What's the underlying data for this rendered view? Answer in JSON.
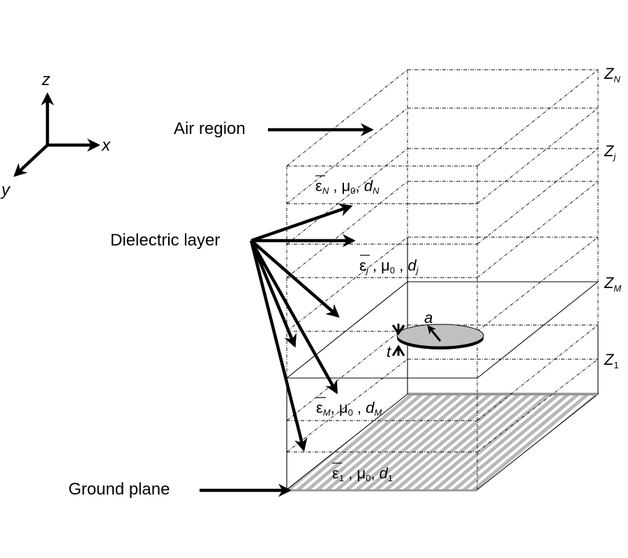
{
  "figure": {
    "type": "3D layered dielectric structure schematic",
    "axes": {
      "x": "x",
      "y": "y",
      "z": "z"
    },
    "callouts": {
      "air_region": "Air region",
      "dielectric_layer": "Dielectric layer",
      "ground_plane": "Ground plane"
    },
    "layer_labels": [
      {
        "id": "N",
        "eps": "ε",
        "eps_sub": "N",
        "mu": "μ",
        "mu_sub": "0",
        "d": "d",
        "d_sub": "N"
      },
      {
        "id": "j",
        "eps": "ε",
        "eps_sub": "j",
        "mu": "μ",
        "mu_sub": "0",
        "d": "d",
        "d_sub": "j"
      },
      {
        "id": "M",
        "eps": "ε",
        "eps_sub": "M",
        "mu": "μ",
        "mu_sub": "0",
        "d": "d",
        "d_sub": "M"
      },
      {
        "id": "1",
        "eps": "ε",
        "eps_sub": "1",
        "mu": "μ",
        "mu_sub": "0",
        "d": "d",
        "d_sub": "1"
      }
    ],
    "interface_labels": [
      {
        "main": "Z",
        "sub": "N"
      },
      {
        "main": "Z",
        "sub": "j"
      },
      {
        "main": "Z",
        "sub": "M"
      },
      {
        "main": "Z",
        "sub": "1"
      }
    ],
    "disk": {
      "radius_label": "a",
      "thickness_label": "t"
    },
    "colors": {
      "line": "#000000",
      "disk_fill": "#c0c0c0",
      "ground_hatch": "#b8b8b8",
      "background": "#ffffff"
    }
  }
}
